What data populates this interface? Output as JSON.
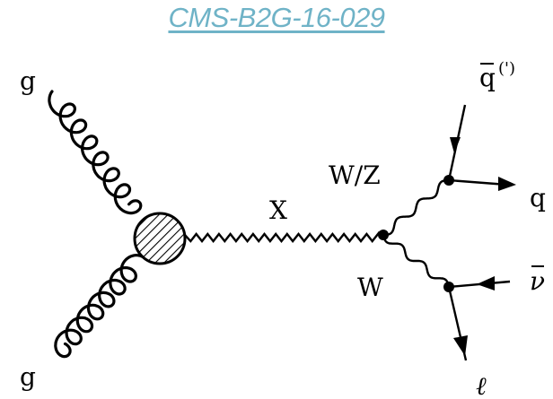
{
  "title": "CMS-B2G-16-029",
  "labels": {
    "gluon_top": "g",
    "gluon_bottom": "g",
    "resonance": "X",
    "boson_upper": "W/Z",
    "boson_lower": "W",
    "antiquark": "q",
    "antiquark_prime": "(')",
    "quark": "q",
    "antineutrino": "ν",
    "lepton": "ℓ"
  },
  "colors": {
    "title": "#6fb3c7",
    "lines": "#000000"
  }
}
